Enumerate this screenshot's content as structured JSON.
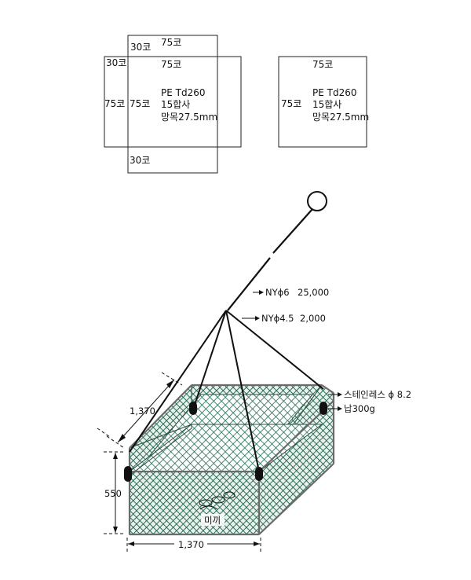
{
  "net_pattern_a": {
    "top_count": "30코",
    "inner_top_count": "75코",
    "left_count_upper": "30코",
    "inner_top_count_2": "75코",
    "left_count_outer": "75코",
    "left_count_inner": "75코",
    "material": "PE Td260",
    "ply": "15합사",
    "mesh": "망목27.5mm",
    "bottom_count": "30코"
  },
  "net_pattern_b": {
    "top_count": "75코",
    "left_count": "75코",
    "material": "PE Td260",
    "ply": "15합사",
    "mesh": "망목27.5mm"
  },
  "trap": {
    "rope_main": "NYϕ6",
    "rope_main_length": "25,000",
    "rope_branch": "NYϕ4.5",
    "rope_branch_length": "2,000",
    "frame_label": "스테인레스 ϕ 8.2",
    "weight_label": "납300g",
    "depth_dim": "1,370",
    "height_dim": "550",
    "width_dim": "1,370",
    "bait_label": "미끼"
  },
  "colors": {
    "net": "#1f6e55",
    "net_fill": "#2f8a6c",
    "frame": "#6b6b6b",
    "weight": "#111111"
  }
}
